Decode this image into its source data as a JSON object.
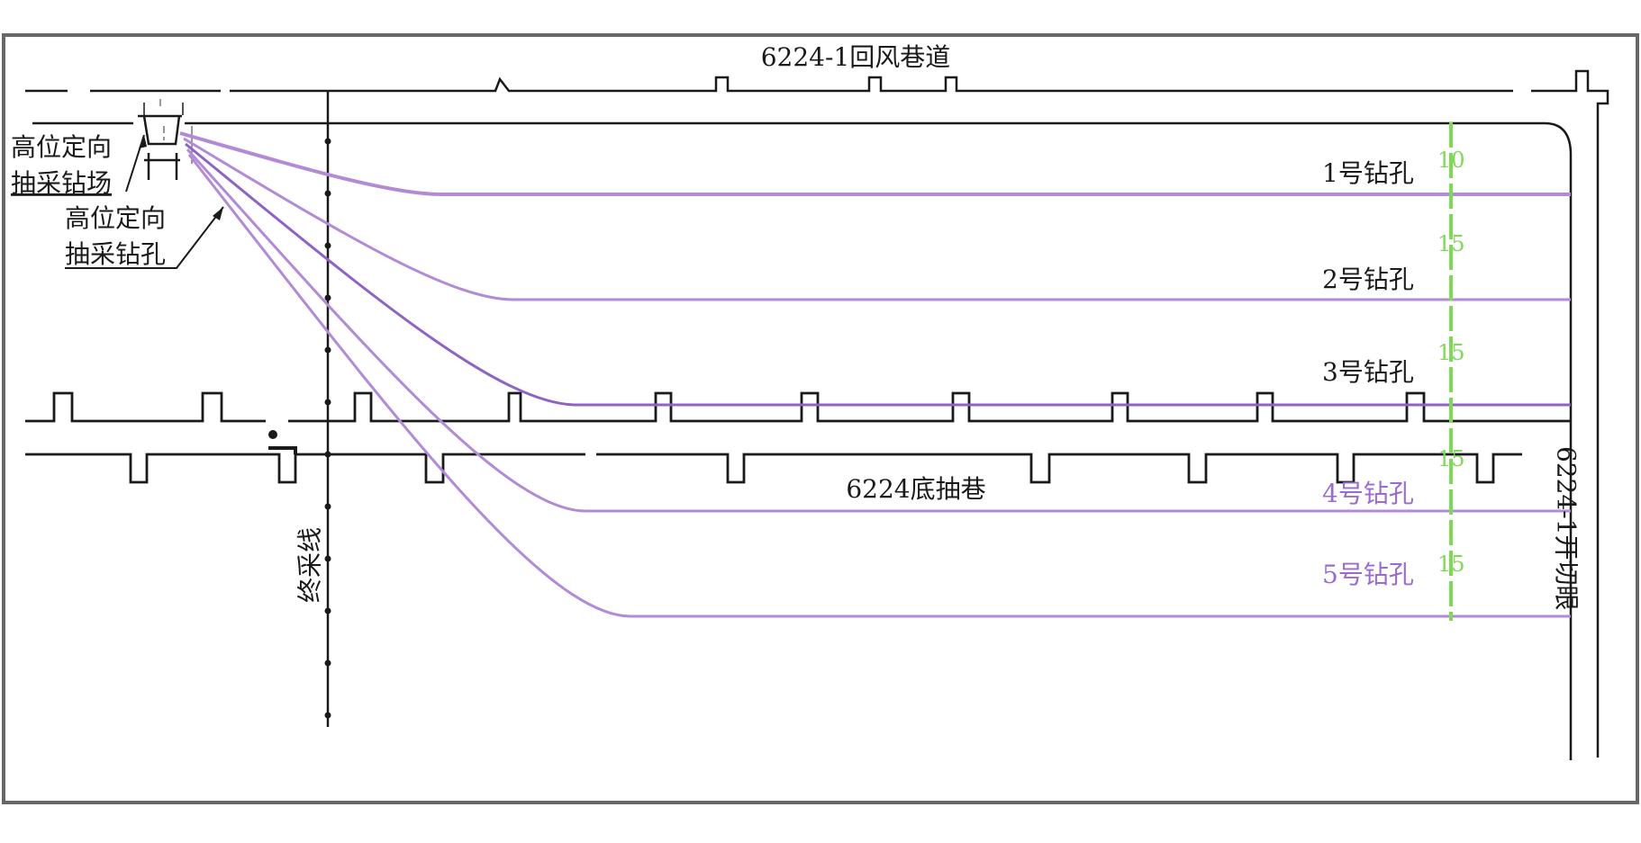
{
  "labels": {
    "return_airway": "6224-1回风巷道",
    "bottom_drainage_roadway": "6224底抽巷",
    "open_cut": "6224-1开切眼",
    "final_mining_line": "终采线",
    "drill_site_line1": "高位定向",
    "drill_site_line2": "抽采钻场",
    "boreholes_line1": "高位定向",
    "boreholes_line2": "抽采钻孔"
  },
  "boreholes": [
    {
      "label": "1号钻孔"
    },
    {
      "label": "2号钻孔"
    },
    {
      "label": "3号钻孔"
    },
    {
      "label": "4号钻孔"
    },
    {
      "label": "5号钻孔"
    }
  ],
  "spacings": [
    "10",
    "15",
    "15",
    "15",
    "15"
  ],
  "colors": {
    "borehole_line": "#b28ad6",
    "borehole_line_dark": "#8e63c4",
    "label_dark": "#1a1a1a",
    "label_purple": "#9b6bcf",
    "dimension_green": "#7ed957",
    "roadway": "#1a1a1a",
    "frame": "#555555"
  }
}
